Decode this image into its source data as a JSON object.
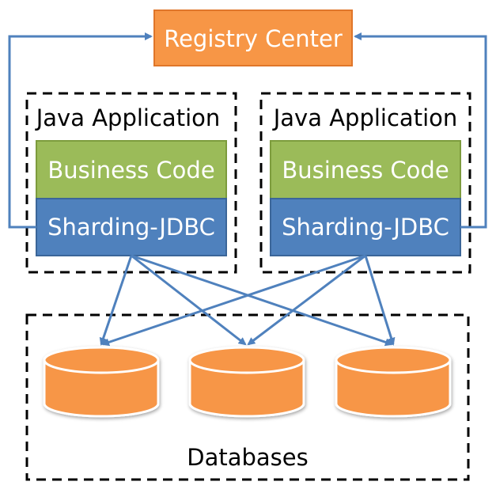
{
  "registry": {
    "label": "Registry Center"
  },
  "apps": [
    {
      "title": "Java Application",
      "business_label": "Business Code",
      "sharding_label": "Sharding-JDBC"
    },
    {
      "title": "Java Application",
      "business_label": "Business Code",
      "sharding_label": "Sharding-JDBC"
    }
  ],
  "databases": {
    "label": "Databases",
    "count": 3
  },
  "colors": {
    "registry_fill": "#f79646",
    "registry_stroke": "#e0762a",
    "business_fill": "#9bbb59",
    "business_stroke": "#7d9c3d",
    "sharding_fill": "#4f81bd",
    "sharding_stroke": "#3b6699",
    "connector": "#4f81bd",
    "db_fill": "#f79646",
    "db_stroke": "#ffffff"
  }
}
